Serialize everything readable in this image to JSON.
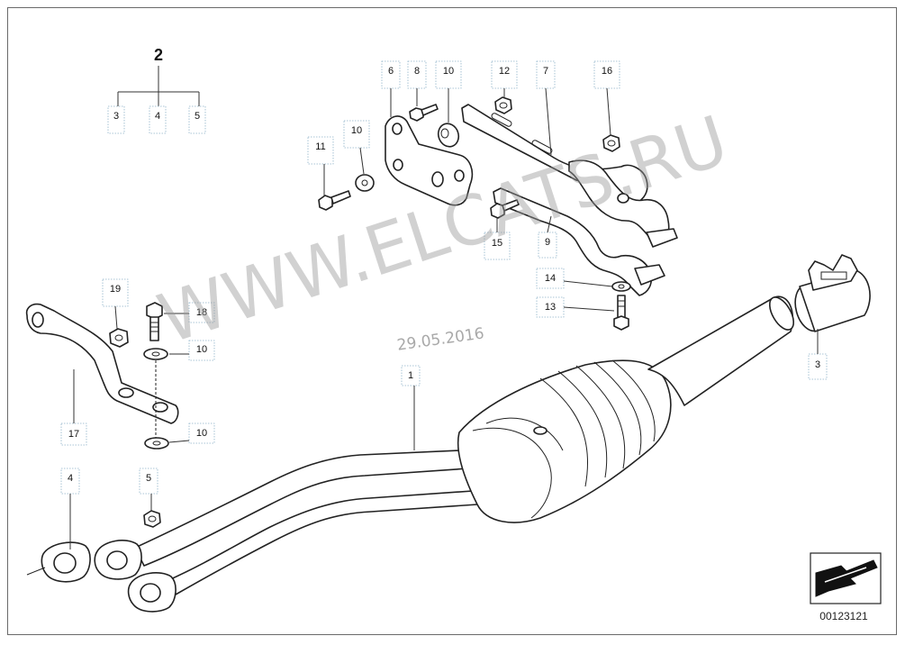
{
  "group": {
    "number": "2",
    "children": [
      "3",
      "4",
      "5"
    ]
  },
  "callouts": {
    "c1": "1",
    "c3": "3",
    "c4": "4",
    "c5": "5",
    "c6": "6",
    "c7": "7",
    "c8": "8",
    "c9": "9",
    "c10a": "10",
    "c10b": "10",
    "c10c": "10",
    "c10d": "10",
    "c11": "11",
    "c12": "12",
    "c13": "13",
    "c14": "14",
    "c15": "15",
    "c16": "16",
    "c17": "17",
    "c18": "18",
    "c19": "19"
  },
  "watermark": "WWW.ELCATS.RU",
  "date_stamp": "29.05.2016",
  "diagram_number": "00123121",
  "colors": {
    "line": "#222222",
    "callout_box": "#8fb3c9",
    "watermark": "#9a9a9a"
  },
  "icons": {
    "orientation": "arrow-direction-icon"
  }
}
